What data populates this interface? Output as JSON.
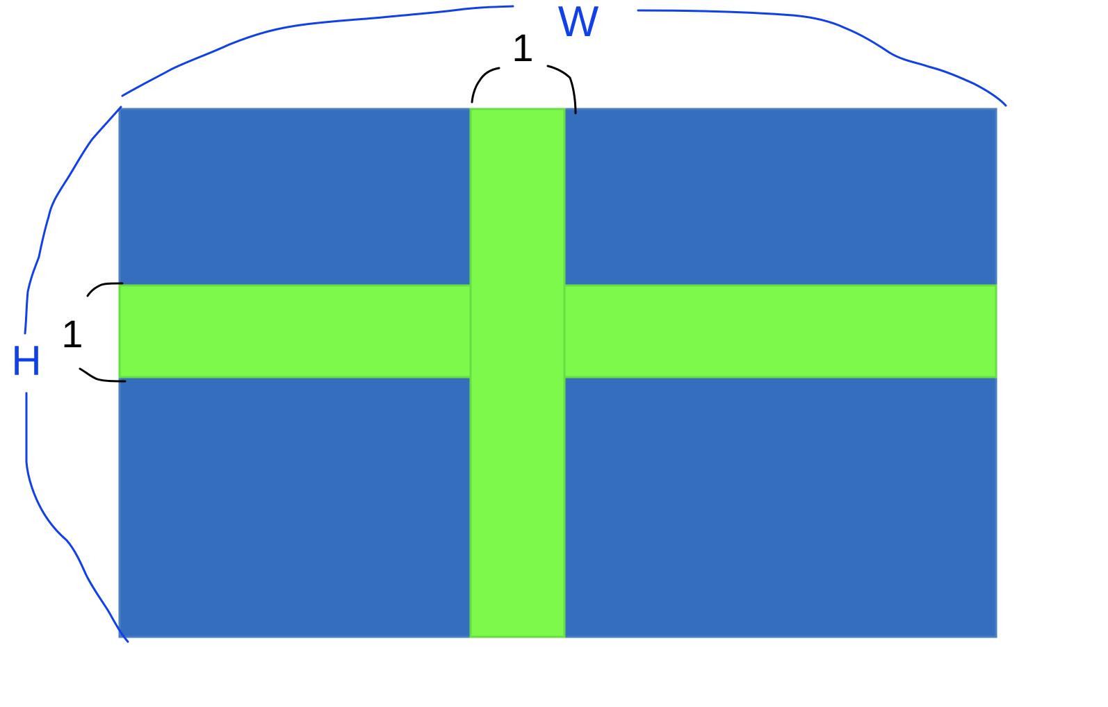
{
  "diagram": {
    "width_label": "W",
    "height_label": "H",
    "vertical_stripe_label": "1",
    "horizontal_stripe_label": "1"
  },
  "colors": {
    "field": "#346EBD",
    "field_edge": "#4B7FC4",
    "cross": "#7DF94B",
    "cross_edge": "#66DE42",
    "dimension_ink": "#1040E8",
    "stripe_ink": "#000000"
  }
}
